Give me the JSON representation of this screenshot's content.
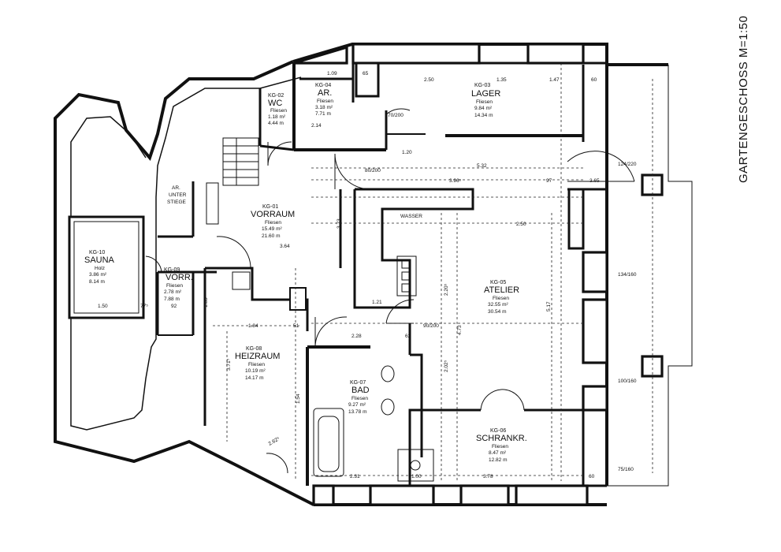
{
  "title": "GARTENGESCHOSS M=1:50",
  "rooms": [
    {
      "id": "KG-01",
      "name": "VORRAUM",
      "floor": "Fliesen",
      "area": "15.49 m²",
      "perimeter": "21.60 m"
    },
    {
      "id": "KG-02",
      "name": "WC",
      "floor": "Fliesen",
      "area": "1.18 m²",
      "perimeter": "4.44 m"
    },
    {
      "id": "KG-03",
      "name": "LAGER",
      "floor": "Fliesen",
      "area": "9.84 m²",
      "perimeter": "14.34 m"
    },
    {
      "id": "KG-04",
      "name": "AR.",
      "floor": "Fliesen",
      "area": "3.18 m²",
      "perimeter": "7.71 m"
    },
    {
      "id": "KG-05",
      "name": "ATELIER",
      "floor": "Fliesen",
      "area": "32.55 m²",
      "perimeter": "30.54 m"
    },
    {
      "id": "KG-06",
      "name": "SCHRANKR.",
      "floor": "Fliesen",
      "area": "8.47 m²",
      "perimeter": "12.82 m"
    },
    {
      "id": "KG-07",
      "name": "BAD",
      "floor": "Fliesen",
      "area": "9.27 m²",
      "perimeter": "13.78 m"
    },
    {
      "id": "KG-08",
      "name": "HEIZRAUM",
      "floor": "Fliesen",
      "area": "10.19 m²",
      "perimeter": "14.17 m"
    },
    {
      "id": "KG-09",
      "name": "VORR.",
      "floor": "Fliesen",
      "area": "2.78 m²",
      "perimeter": "7.88 m"
    },
    {
      "id": "KG-10",
      "name": "SAUNA",
      "floor": "Holz",
      "area": "3.86 m²",
      "perimeter": "8.14 m"
    }
  ],
  "labels": {
    "wasser": "WASSER",
    "stair_line1": "AR.",
    "stair_line2": "UNTER",
    "stair_line3": "STIEGE"
  },
  "dimensions": {
    "d_109": "1.09",
    "d_65": "65",
    "d_250": "2.50",
    "d_135": "1.35",
    "d_147": "1.47",
    "d_60": "60",
    "d_214": "2.14",
    "d_120": "1.20",
    "d_532": "5.32",
    "d_396": "3.96⁵",
    "d_97": "97",
    "d_365": "3.65",
    "d_250b": "2.50",
    "d_364": "3.64",
    "d_373": "3.73",
    "d_121": "1.21",
    "d_184": "1.84",
    "d_51": "51",
    "d_228": "2.28",
    "d_62": "62",
    "d_150": "1.50",
    "d_77": "77⁵",
    "d_92": "92",
    "d_231": "2.31",
    "d_100": "1.00",
    "d_378": "3.78",
    "d_60b": "60",
    "d_185": "1.85",
    "d_220": "2.20⁵",
    "d_473": "4.73",
    "d_517": "5.17",
    "d_202": "2.02⁵",
    "d_262": "2.62⁵",
    "d_371": "3.71⁵",
    "d_154": "1.54",
    "d_124_220": "124/220",
    "d_134_160": "134/160",
    "d_100_160": "100/160",
    "d_75_160": "75/160",
    "d_80_200": "80/200",
    "d_90_200": "90/200",
    "d_70_200": "70/200"
  }
}
